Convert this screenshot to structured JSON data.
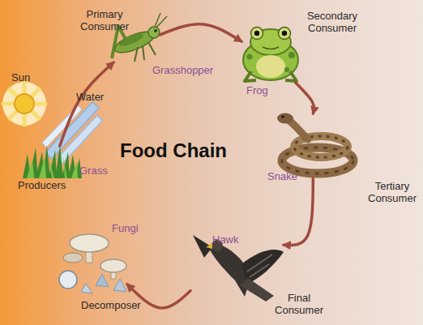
{
  "diagram": {
    "title": "Food Chain",
    "nodes": [
      {
        "text": [
          "Grass",
          "Producers"
        ]
      },
      {
        "text": [
          "Primary Consumer",
          "Grasshopper"
        ]
      },
      {
        "text": [
          "Secondary Consumer",
          "Frog"
        ]
      },
      {
        "text": [
          "Snake",
          "Tertiary Consumer"
        ]
      },
      {
        "text": [
          "Hawk",
          "Final Consumer"
        ]
      },
      {
        "text": [
          "Fungi",
          "Decomposer"
        ]
      }
    ],
    "edges": [
      {
        "from": 0,
        "to": 1,
        "arrow": "to"
      },
      {
        "from": 1,
        "to": 2,
        "arrow": "to"
      },
      {
        "from": 2,
        "to": 3,
        "arrow": "to"
      },
      {
        "from": 3,
        "to": 4,
        "arrow": "to"
      },
      {
        "from": 4,
        "to": 5,
        "arrow": "to"
      }
    ],
    "labels": [
      "Sun",
      "Water"
    ]
  }
}
